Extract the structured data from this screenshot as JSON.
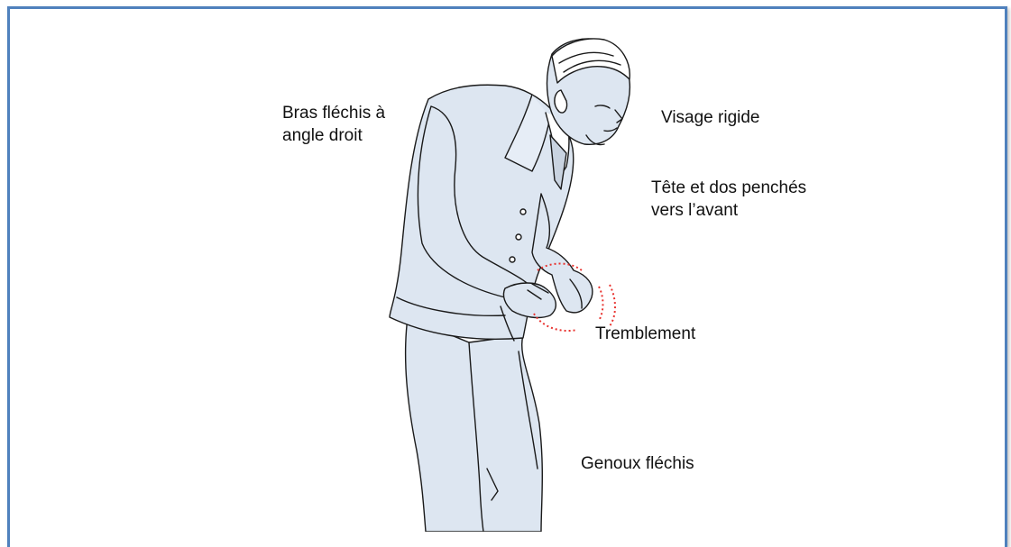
{
  "diagram": {
    "labels": {
      "arms": [
        "Bras fléchis à",
        "angle droit"
      ],
      "face": "Visage rigide",
      "head_back": [
        "Tête et dos penchés",
        "vers l’avant"
      ],
      "tremor": "Tremblement",
      "knees": "Genoux fléchis"
    },
    "colors": {
      "frame_border": "#4f81bd",
      "figure_fill": "#dde6f1",
      "outline": "#1a1a1a",
      "tremor_marks": "#e8322e"
    },
    "illustration": "elderly-man-stooped-posture"
  }
}
